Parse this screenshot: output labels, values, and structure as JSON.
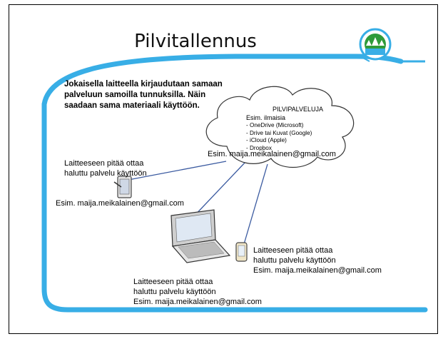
{
  "slide": {
    "title": "Pilvitallennus",
    "intro": [
      "Jokaisella laitteella kirjaudutaan samaan",
      "palveluun samoilla tunnuksilla. Näin",
      "saadaan sama materiaali käyttöön."
    ],
    "cloud": {
      "heading": "PILVIPALVELUJA",
      "subheading": "Esim. ilmaisia",
      "services": [
        "- OneDrive (Microsoft)",
        "- Drive tai Kuvat (Google)",
        "- iCloud (Apple)",
        "- Dropbox"
      ],
      "email": "Esim. maija.meikalainen@gmail.com"
    },
    "tablet_note": {
      "lines": [
        "Laitteeseen pitää ottaa",
        "haluttu palvelu käyttöön"
      ],
      "email": "Esim. maija.meikalainen@gmail.com"
    },
    "phone_note": {
      "lines": [
        "Laitteeseen pitää ottaa",
        "haluttu palvelu käyttöön",
        "Esim. maija.meikalainen@gmail.com"
      ]
    },
    "laptop_note": {
      "lines": [
        "Laitteeseen pitää ottaa",
        "haluttu palvelu käyttöön",
        "Esim. maija.meikalainen@gmail.com"
      ]
    },
    "colors": {
      "accent": "#38aee6",
      "logo_green": "#2e9b3a",
      "line": "#3a5aa0"
    },
    "icons": [
      "tree-logo-icon",
      "cloud-icon",
      "tablet-icon",
      "phone-icon",
      "laptop-icon"
    ]
  }
}
